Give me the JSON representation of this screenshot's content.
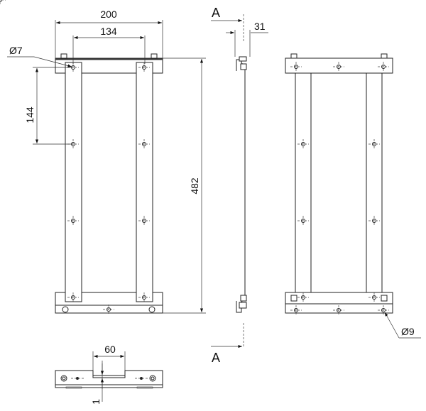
{
  "drawing": {
    "dimensions": {
      "overall_width": "200",
      "hole_spacing_horizontal": "134",
      "hole_diameter_small": "Ø7",
      "hole_spacing_vertical": "144",
      "overall_height": "482",
      "depth": "31",
      "hole_diameter_large": "Ø9",
      "notch_width": "60",
      "notch_depth": "1"
    },
    "section_marks": {
      "top": "A",
      "bottom": "A"
    }
  }
}
